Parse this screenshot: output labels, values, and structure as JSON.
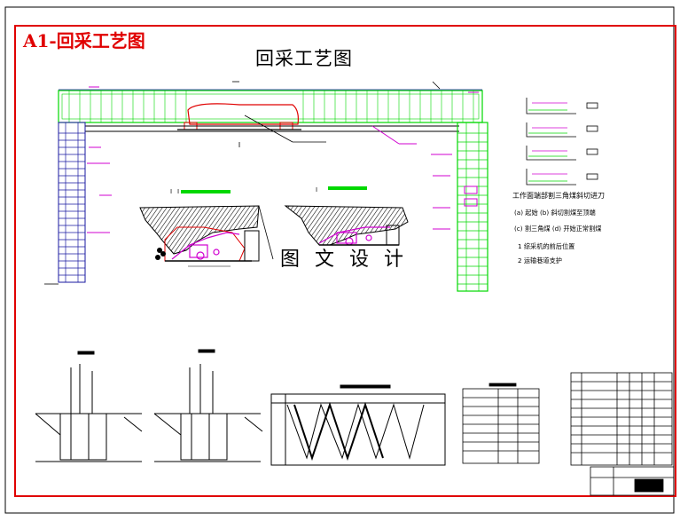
{
  "drawing": {
    "corner_title": "A1-回采工艺图",
    "main_title": "回采工艺图",
    "watermark": "图 文 设 计"
  },
  "notes": {
    "heading": "工作面端部割三角煤斜切进刀",
    "legend_line_1": "(a) 起始  (b) 斜切割煤至顶端",
    "legend_line_2": "(c) 割三角煤     (d) 开始正常割煤",
    "item_1": "1  综采机的前后位置",
    "item_2": "2  运输巷道支护"
  },
  "colors": {
    "border": "#e00000",
    "equipment": "#00d800",
    "annotation": "#d000d0",
    "section": "#000000",
    "grid": "#1a1aa0"
  }
}
